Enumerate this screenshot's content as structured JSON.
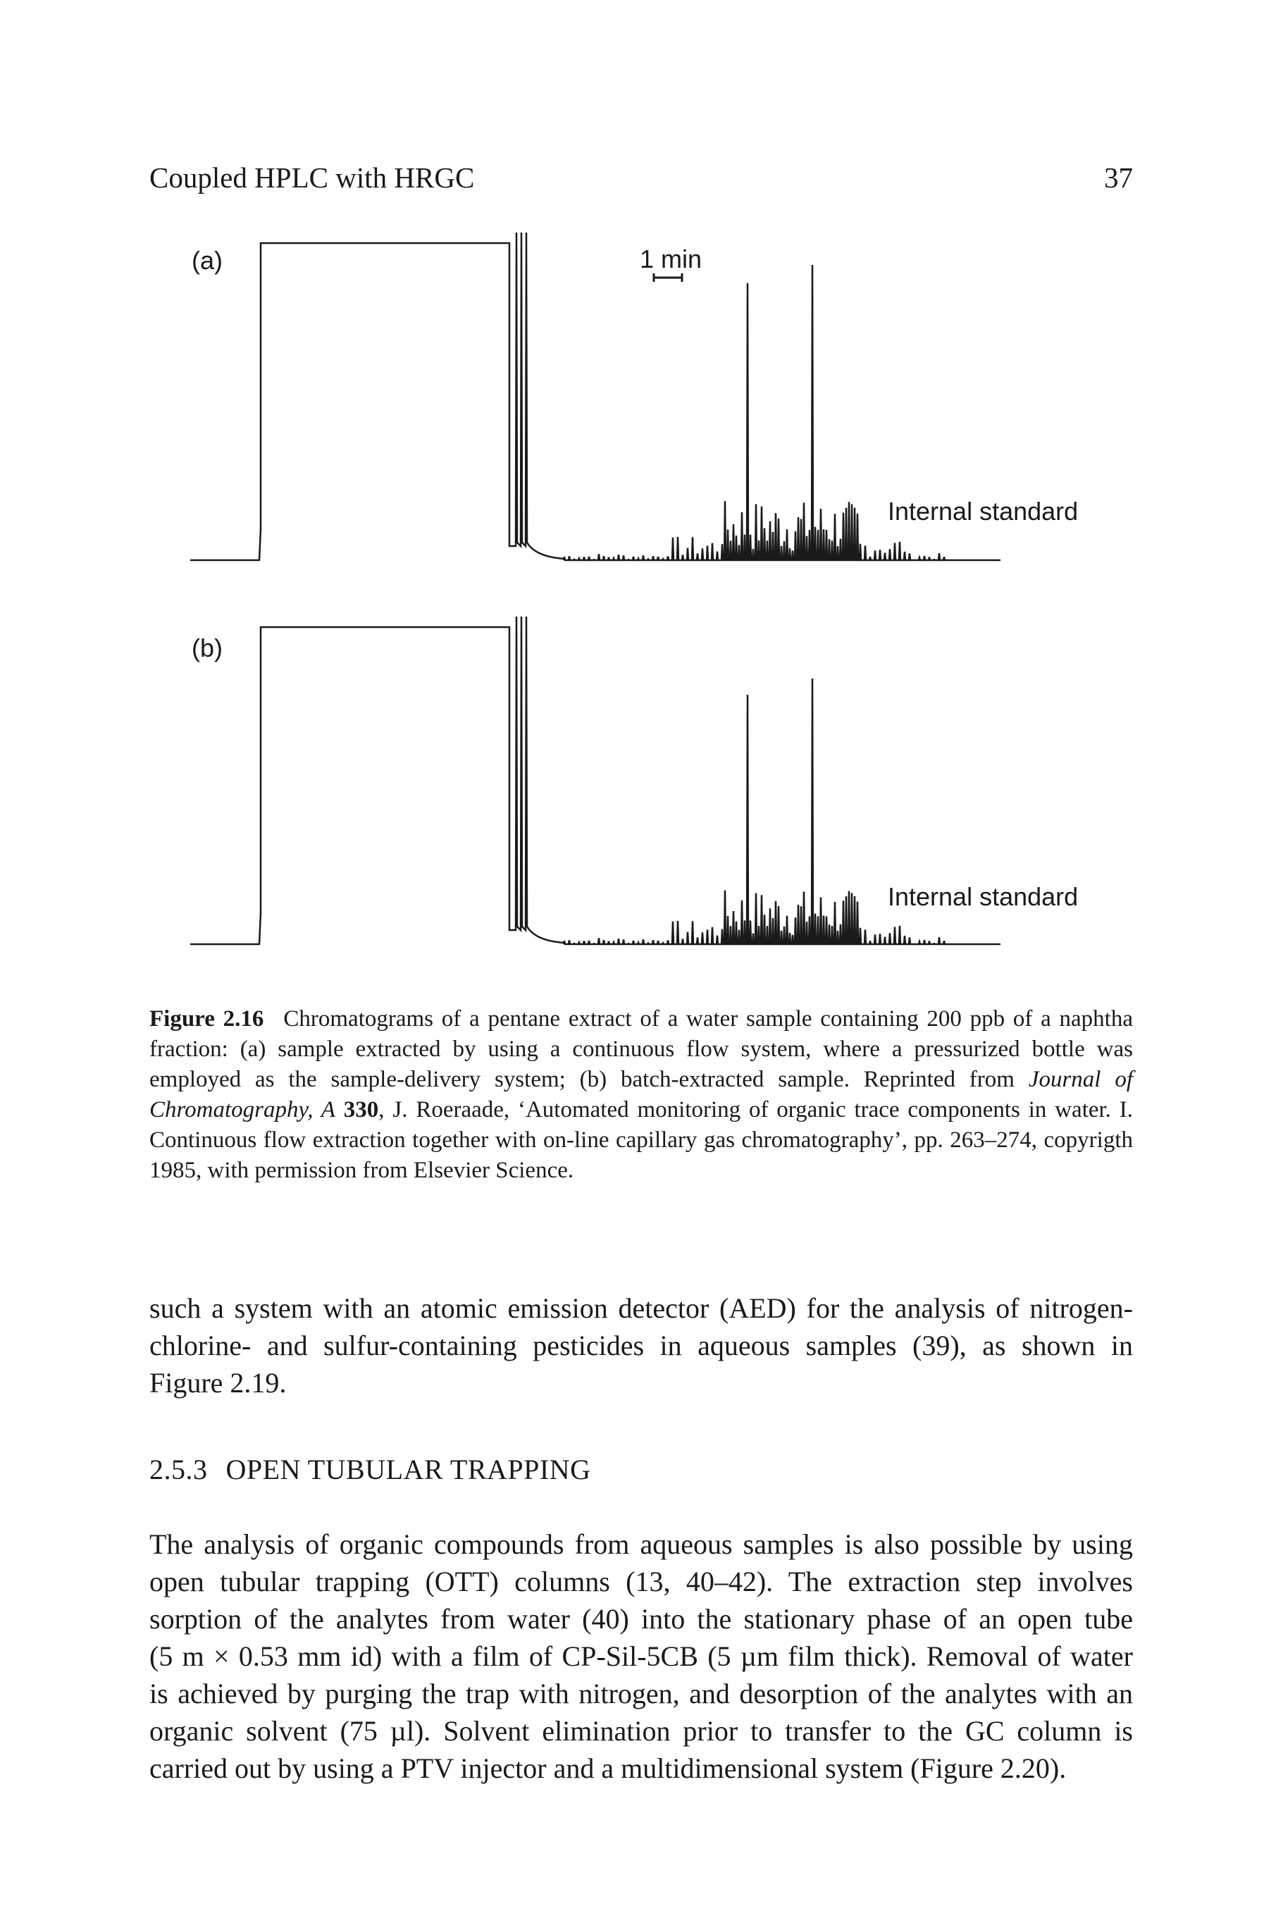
{
  "running_head": {
    "title": "Coupled HPLC with HRGC",
    "page_number": "37"
  },
  "figure": {
    "panels": [
      {
        "label": "(a)",
        "annotation": "Internal standard"
      },
      {
        "label": "(b)",
        "annotation": "Internal standard"
      }
    ],
    "scale_bar_label": "1 min"
  },
  "caption": {
    "label": "Figure 2.16",
    "part1": "Chromatograms of a pentane extract of a water sample containing 200 ppb of a naphtha fraction: (a) sample extracted by using a continuous flow system, where a pressurized bottle was employed as the sample-delivery system; (b) batch-extracted sample. Reprinted from ",
    "journal": "Journal of Chromatography, A",
    "volume": "330",
    "part2": ", J. Roeraade, ‘Automated monitoring of organic trace components in water. I. Continuous flow extraction together with on-line capillary gas chromatography’, pp. 263–274, copyrigth 1985, with permission from Elsevier Science."
  },
  "paragraph_1": {
    "lines": [
      "such a system with an atomic emission detector (AED) for the analysis of nitrogen-",
      "chlorine- and sulfur-containing pesticides in aqueous samples (39), as shown in",
      "Figure 2.19."
    ]
  },
  "section": {
    "number": "2.5.3",
    "title": "OPEN TUBULAR TRAPPING"
  },
  "paragraph_2": {
    "lines": [
      "The analysis of organic compounds from aqueous samples is also possible by using",
      "open tubular trapping (OTT) columns (13, 40–42). The extraction step involves",
      "sorption of the analytes from water (40) into the stationary phase of an open tube",
      "(5 m × 0.53 mm id) with a film of CP-Sil-5CB (5 µm film thick). Removal of water",
      "is achieved by purging the trap with nitrogen, and desorption of the analytes with an",
      "organic solvent (75 µl). Solvent elimination prior to transfer to the GC column is",
      "carried out by using a PTV injector and a multidimensional system (Figure 2.20)."
    ]
  }
}
